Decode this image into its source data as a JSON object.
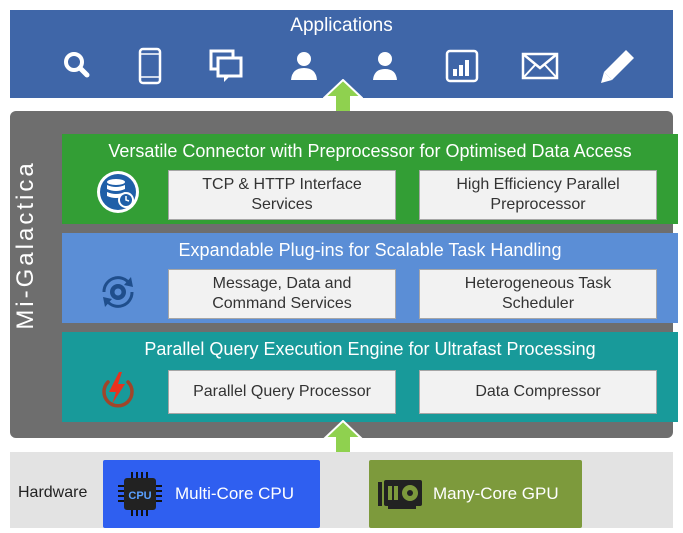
{
  "applications": {
    "title": "Applications",
    "icons": [
      "search-icon",
      "tablet-icon",
      "chat-icon",
      "user-icon",
      "user-alt-icon",
      "bar-chart-icon",
      "mail-icon",
      "pencil-icon"
    ]
  },
  "platform": {
    "name": "Mi-Galactica",
    "layers": [
      {
        "title": "Versatile Connector with Preprocessor for Optimised Data Access",
        "icon": "database-clock-icon",
        "boxes": [
          {
            "line1": "TCP & HTTP  Interface",
            "line2": "Services"
          },
          {
            "line1": "High Efficiency Parallel",
            "line2": "Preprocessor"
          }
        ]
      },
      {
        "title": "Expandable Plug-ins for Scalable Task Handling",
        "icon": "refresh-gear-icon",
        "boxes": [
          {
            "line1": "Message, Data and",
            "line2": "Command Services"
          },
          {
            "line1": "Heterogeneous Task",
            "line2": "Scheduler"
          }
        ]
      },
      {
        "title": "Parallel Query Execution Engine for Ultrafast Processing",
        "icon": "power-lightning-icon",
        "boxes": [
          {
            "line1": "Parallel  Query Processor"
          },
          {
            "line1": "Data Compressor"
          }
        ]
      }
    ]
  },
  "hardware": {
    "label": "Hardware",
    "cpu": {
      "chip_label": "CPU",
      "text": "Multi-Core CPU",
      "color": "#2f5ff0"
    },
    "gpu": {
      "text": "Many-Core GPU",
      "color": "#7d9a3c"
    }
  },
  "colors": {
    "applications_bar": "#3f66a8",
    "platform_bg": "#6e6e6e",
    "layer1": "#339e35",
    "layer2": "#5b8ed6",
    "layer3": "#189a9a",
    "arrow": "#8fd14f",
    "hardware_bar": "#e3e3e3"
  }
}
